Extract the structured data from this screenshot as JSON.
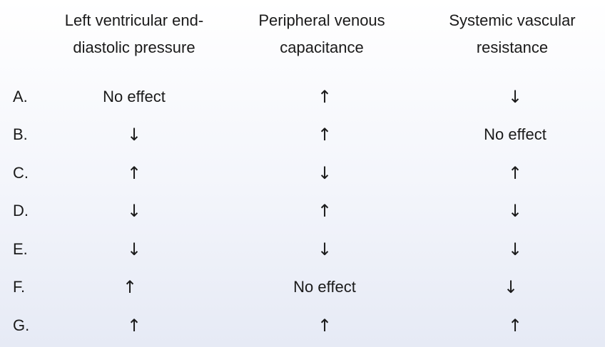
{
  "headers": {
    "col1": [
      "Left ventricular end-",
      "diastolic pressure"
    ],
    "col2": [
      "Peripheral venous",
      "capacitance"
    ],
    "col3": [
      "Systemic vascular",
      "resistance"
    ]
  },
  "rows": [
    {
      "label": "A.",
      "c1": "No effect",
      "c2": "↑",
      "c3": "↓"
    },
    {
      "label": "B.",
      "c1": "↓",
      "c2": "↑",
      "c3": "No effect"
    },
    {
      "label": "C.",
      "c1": "↑",
      "c2": "↓",
      "c3": "↑"
    },
    {
      "label": "D.",
      "c1": "↓",
      "c2": "↑",
      "c3": "↓"
    },
    {
      "label": "E.",
      "c1": "↓",
      "c2": "↓",
      "c3": "↓"
    },
    {
      "label": "F.",
      "c1": "↑",
      "c2": "No effect",
      "c3": "↓"
    },
    {
      "label": "G.",
      "c1": "↑",
      "c2": "↑",
      "c3": "↑"
    }
  ]
}
